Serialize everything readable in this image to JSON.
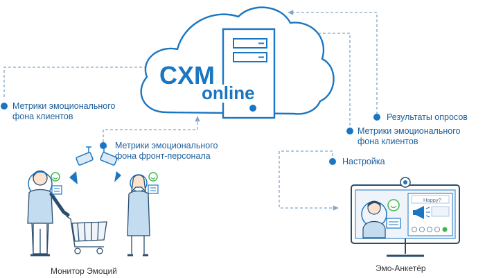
{
  "brand": {
    "line1": "CXM",
    "line2": "online"
  },
  "labels": {
    "metrics_clients_left": [
      "Метрики эмоционального",
      "фона клиентов"
    ],
    "metrics_staff": [
      "Метрики эмоционального",
      "фона фронт-персонала"
    ],
    "survey_results": "Результаты опросов",
    "metrics_clients_right": [
      "Метрики эмоционального",
      "фона клиентов"
    ],
    "settings": "Настройка"
  },
  "captions": {
    "emotion_monitor": "Монитор Эмоций",
    "emo_questionnaire": "Эмо-Анкетёр"
  },
  "screen": {
    "bubble_text": "Happy?"
  },
  "colors": {
    "accent": "#1a76c2",
    "line": "#1a76c2",
    "dashed": "#7fa6c9",
    "smile": "#3fb54a",
    "skin": "#fbe3cf"
  },
  "icons": [
    "cloud-icon",
    "server-icon",
    "camera-icon",
    "shopping-cart-icon",
    "person-icon",
    "monitor-icon",
    "webcam-icon",
    "megaphone-icon",
    "smile-icon"
  ]
}
